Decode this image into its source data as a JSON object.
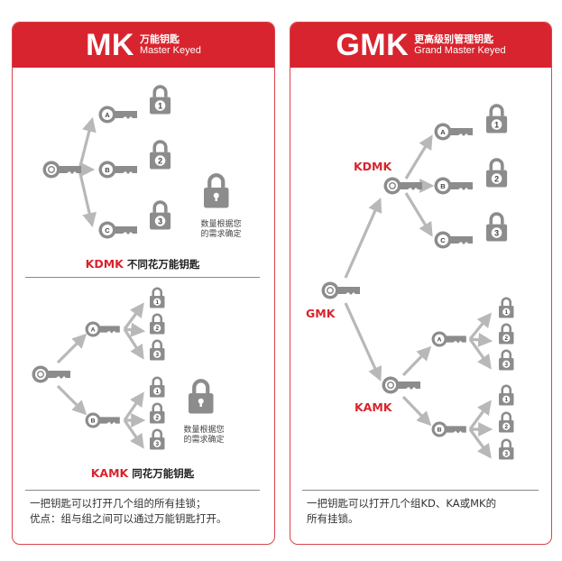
{
  "colors": {
    "accent": "#d8242e",
    "gray": "#8c8c8c",
    "arrow": "#b8b8b8",
    "text": "#333333"
  },
  "left": {
    "title": "MK",
    "title_cn": "万能钥匙",
    "title_en": "Master Keyed",
    "section1": {
      "label_red": "KDMK",
      "label_rest": " 不同花万能钥匙",
      "note_line1": "数量根据您",
      "note_line2": "的需求确定",
      "keys": [
        "A",
        "B",
        "C"
      ],
      "locks": [
        "1",
        "2",
        "3"
      ]
    },
    "section2": {
      "label_red": "KAMK",
      "label_rest": " 同花万能钥匙",
      "note_line1": "数量根据您",
      "note_line2": "的需求确定",
      "keys": [
        "A",
        "B"
      ],
      "locks_a": [
        "1",
        "2",
        "3"
      ],
      "locks_b": [
        "1",
        "2",
        "3"
      ]
    },
    "desc_line1": "一把钥匙可以打开几个组的所有挂锁；",
    "desc_line2": "优点：组与组之间可以通过万能钥匙打开。"
  },
  "right": {
    "title": "GMK",
    "title_cn": "更高级别管理钥匙",
    "title_en": "Grand Master Keyed",
    "label_gmk": "GMK",
    "label_kdmk": "KDMK",
    "label_kamk": "KAMK",
    "kd_keys": [
      "A",
      "B",
      "C"
    ],
    "kd_locks": [
      "1",
      "2",
      "3"
    ],
    "ka_keys": [
      "A",
      "B"
    ],
    "ka_locks_a": [
      "1",
      "2",
      "3"
    ],
    "ka_locks_b": [
      "1",
      "2",
      "3"
    ],
    "desc_line1": "一把钥匙可以打开几个组KD、KA或MK的",
    "desc_line2": "所有挂锁。"
  }
}
